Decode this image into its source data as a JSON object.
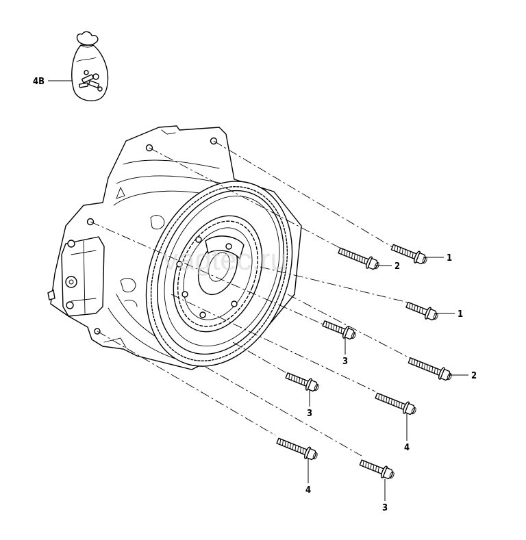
{
  "callouts": {
    "c1a": "1",
    "c2a": "2",
    "c1b": "1",
    "c3a": "3",
    "c2b": "2",
    "c3b": "3",
    "c4a": "4",
    "c4b": "4",
    "c3c": "3",
    "c4B": "4B"
  },
  "watermark": "vagtec.ru"
}
